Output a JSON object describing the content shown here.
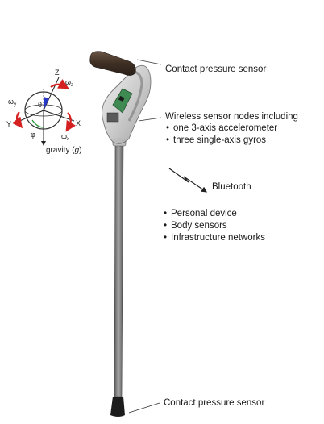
{
  "labels": {
    "contact_top": "Contact pressure sensor",
    "wireless_title": "Wireless sensor nodes including",
    "wireless_items": [
      "one 3-axis accelerometer",
      "three single-axis gyros"
    ],
    "bluetooth": "Bluetooth",
    "device_items": [
      "Personal device",
      "Body sensors",
      "Infrastructure networks"
    ],
    "contact_bottom": "Contact pressure sensor"
  },
  "axes": {
    "z": "Z",
    "x": "X",
    "y": "Y",
    "omega": "ω",
    "omega_z_sub": "z",
    "omega_y_sub": "y",
    "omega_x_sub": "x",
    "theta": "θ",
    "phi": "φ",
    "gravity_text": "gravity (",
    "gravity_symbol": "g",
    "gravity_close": ")"
  },
  "colors": {
    "arrow": "#d42020",
    "pcb": "#3f8a52",
    "shaft": "#7d7d7d",
    "handle": "#4a3a2e",
    "tip": "#1c1c1c",
    "theta_fill": "#2838c8"
  }
}
